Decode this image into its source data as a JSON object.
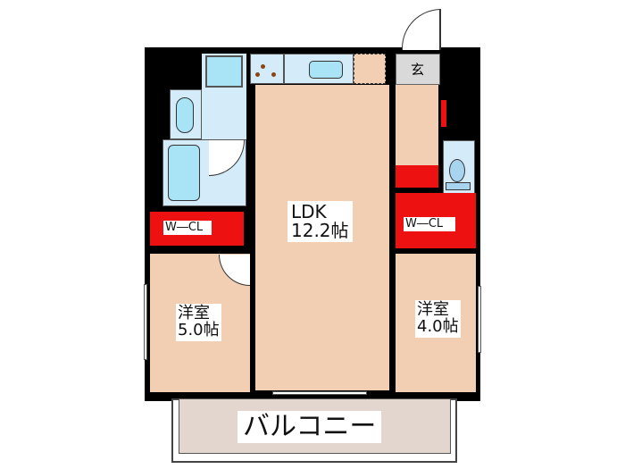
{
  "floorplan": {
    "rooms": {
      "ldk": {
        "name": "LDK",
        "size": "12.2帖"
      },
      "western_left": {
        "name": "洋室",
        "size": "5.0帖"
      },
      "western_right": {
        "name": "洋室",
        "size": "4.0帖"
      },
      "wcl_left": {
        "name": "W―CL"
      },
      "wcl_right": {
        "name": "W―CL"
      },
      "entrance": {
        "name": "玄"
      },
      "balcony": {
        "name": "バルコニー"
      }
    },
    "colors": {
      "room": "#f2cfb3",
      "wet_area": "#d4ecfa",
      "storage": "#ee1111",
      "wall": "#000000",
      "entrance": "#d9d9d9",
      "balcony": "#e2d6cf"
    }
  }
}
